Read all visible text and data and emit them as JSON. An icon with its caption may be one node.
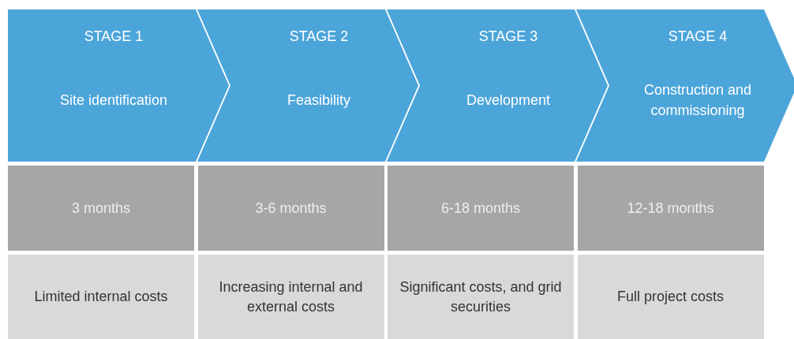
{
  "diagram": {
    "nodes": [
      {
        "text": [
          "STAGE 1",
          "Site identification"
        ]
      },
      {
        "text": [
          "STAGE 2",
          "Feasibility"
        ]
      },
      {
        "text": [
          "STAGE 3",
          "Development"
        ]
      },
      {
        "text": [
          "STAGE 4",
          "Construction and commissioning"
        ]
      },
      {
        "text": [
          "3 months"
        ]
      },
      {
        "text": [
          "3-6 months"
        ]
      },
      {
        "text": [
          "6-18 months"
        ]
      },
      {
        "text": [
          "12-18 months"
        ]
      },
      {
        "text": [
          "Limited internal costs"
        ]
      },
      {
        "text": [
          "Increasing internal and external costs"
        ]
      },
      {
        "text": [
          "Significant costs, and grid securities"
        ]
      },
      {
        "text": [
          "Full project costs"
        ]
      }
    ],
    "edges": []
  }
}
